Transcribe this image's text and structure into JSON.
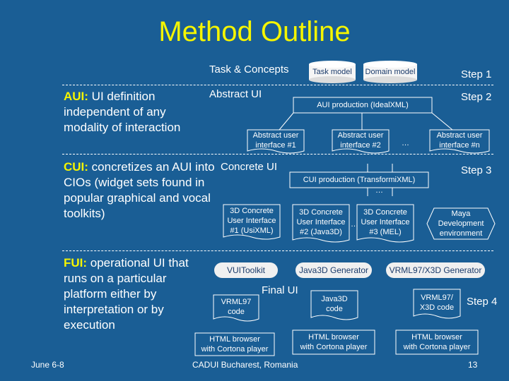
{
  "title": "Method Outline",
  "levels": {
    "task": "Task & Concepts",
    "abstract": "Abstract UI",
    "concrete": "Concrete UI",
    "final": "Final UI"
  },
  "steps": [
    "Step 1",
    "Step 2",
    "Step 3",
    "Step 4"
  ],
  "descriptions": {
    "aui_head": "AUI:",
    "aui_text": " UI definition independent of any modality of interaction",
    "cui_head": "CUI:",
    "cui_text": " concretizes an AUI into CIOs (widget sets found in popular graphical and vocal toolkits)",
    "fui_head": "FUI:",
    "fui_text": " operational UI that runs on a particular platform either by interpretation or by execution"
  },
  "step1": {
    "task_model": "Task model",
    "domain_model": "Domain model"
  },
  "step2": {
    "production": "AUI production (IdealXML)",
    "aui1": "Abstract user\ninterface #1",
    "aui2": "Abstract user\ninterface #2",
    "auin": "Abstract user\ninterface #n",
    "ellipsis": "…"
  },
  "step3": {
    "production": "CUI production (TransformiXML)",
    "ellipsis": "…",
    "cui1": "3D Concrete\nUser Interface\n#1 (UsiXML)",
    "cui2": "3D Concrete\nUser Interface\n#2 (Java3D)",
    "cui3": "3D Concrete\nUser Interface\n#3 (MEL)",
    "maya": "Maya\nDevelopment\nenvironment",
    "mid_ellipsis": "…"
  },
  "step4": {
    "vuitoolkit": "VUIToolkit",
    "java3d_gen": "Java3D Generator",
    "vrml_gen": "VRML97/X3D Generator",
    "vrml_code": "VRML97\ncode",
    "java3d_code": "Java3D\ncode",
    "vrml_x3d_code": "VRML97/\nX3D code",
    "browser1": "HTML browser\nwith Cortona player",
    "browser2": "HTML browser\nwith Cortona player",
    "browser3": "HTML browser\nwith Cortona player"
  },
  "footer": {
    "date": "June 6-8",
    "venue": "CADUI Bucharest, Romania",
    "page": "13"
  },
  "colors": {
    "background": "#1a5e95",
    "title": "#f5f500",
    "highlight": "#f5f500",
    "pill_fill": "#f0f0f0"
  }
}
